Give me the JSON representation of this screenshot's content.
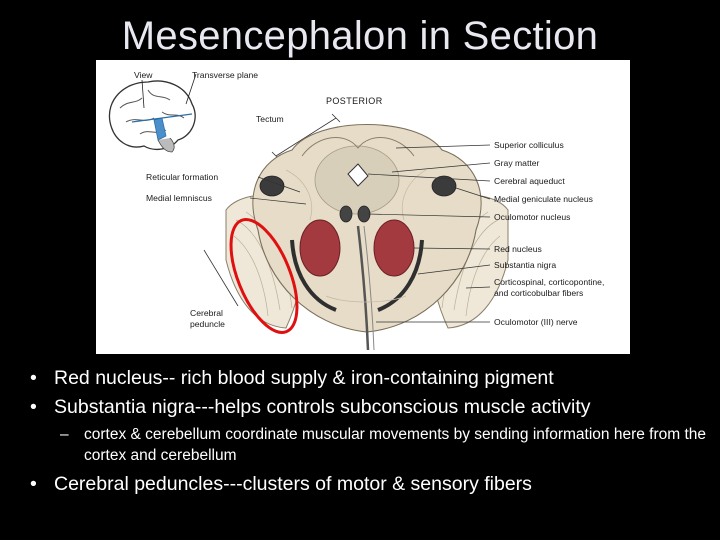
{
  "slide": {
    "title": "Mesencephalon in Section"
  },
  "figure": {
    "labels": {
      "view": "View",
      "transverse_plane": "Transverse plane",
      "posterior": "POSTERIOR",
      "tectum": "Tectum",
      "reticular_formation": "Reticular formation",
      "medial_lemniscus": "Medial lemniscus",
      "cerebral_peduncle_line1": "Cerebral",
      "cerebral_peduncle_line2": "peduncle",
      "superior_colliculus": "Superior colliculus",
      "gray_matter": "Gray matter",
      "cerebral_aqueduct": "Cerebral aqueduct",
      "medial_geniculate_nucleus": "Medial geniculate nucleus",
      "oculomotor_nucleus": "Oculomotor nucleus",
      "red_nucleus": "Red nucleus",
      "substantia_nigra": "Substantia nigra",
      "corticospinal_line1": "Corticospinal, corticopontine,",
      "corticospinal_line2": "and corticobulbar fibers",
      "oculomotor_nerve": "Oculomotor (III) nerve"
    },
    "colors": {
      "red_nucleus": "#a23a40",
      "substantia_nigra": "#2f2f2f",
      "tissue": "#e6dcc8",
      "gray_matter": "#cfc6b3",
      "highlight_ellipse": "#e01010"
    }
  },
  "bullets": [
    {
      "text": "Red nucleus-- rich blood supply & iron-containing pigment"
    },
    {
      "text": "Substantia nigra---helps controls subconscious muscle activity"
    },
    {
      "text": "cortex & cerebellum coordinate muscular movements by sending information here from the cortex and cerebellum"
    },
    {
      "text": "Cerebral peduncles---clusters of motor & sensory fibers"
    }
  ]
}
